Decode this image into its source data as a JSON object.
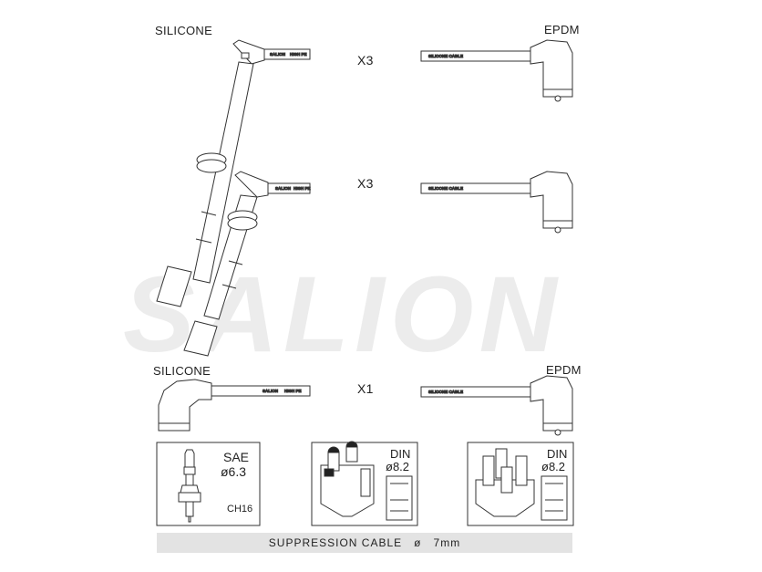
{
  "labels": {
    "silicone_top": "SILICONE",
    "epdm_top": "EPDM",
    "silicone_bottom": "SILICONE",
    "epdm_bottom": "EPDM"
  },
  "quantities": {
    "row1": "X3",
    "row2": "X3",
    "row3": "X1"
  },
  "cable_print": {
    "silicone": "SALION",
    "silicone_code": "HIGH PE",
    "epdm": "SILICONE CABLE"
  },
  "watermark": "SALION",
  "spark_plug": {
    "standard": "SAE",
    "diameter": "ø6.3",
    "code": "CH16"
  },
  "distributor_1": {
    "standard": "DIN",
    "diameter": "ø8.2"
  },
  "distributor_2": {
    "standard": "DIN",
    "diameter": "ø8.2"
  },
  "footer": {
    "text": "SUPPRESSION CABLE",
    "symbol": "ø",
    "size": "7mm"
  }
}
